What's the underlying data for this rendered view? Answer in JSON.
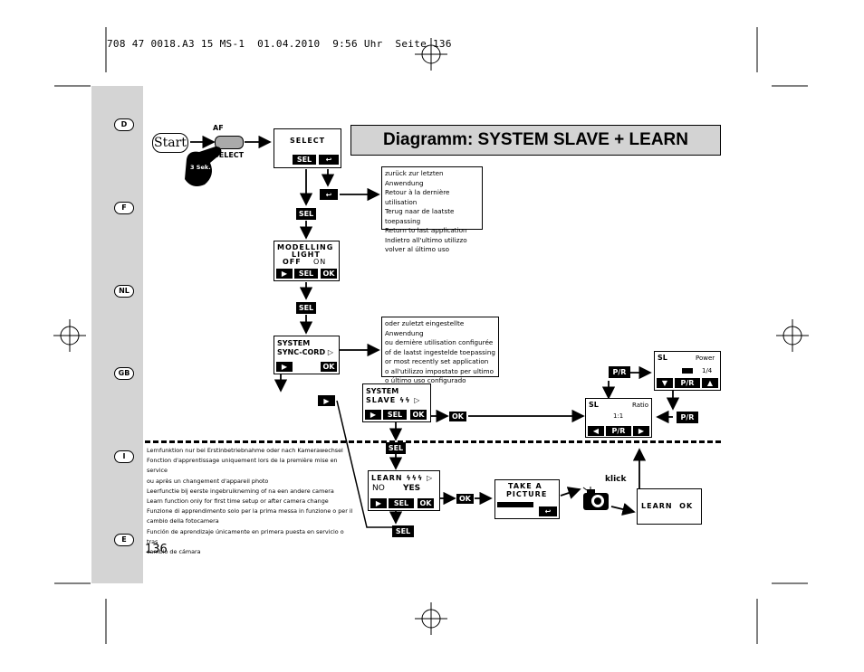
{
  "header": {
    "line": "708 47 0018.A3 15 MS-1  01.04.2010  9:56 Uhr  Seite 136"
  },
  "page_number": "136",
  "languages": [
    "D",
    "F",
    "NL",
    "GB",
    "I",
    "E"
  ],
  "title": "Diagramm: SYSTEM SLAVE + LEARN",
  "start": {
    "label": "Start",
    "af": "AF",
    "select": "SELECT",
    "hold": "3 Sek."
  },
  "select_screen": {
    "title": "SELECT",
    "btn_sel": "SEL",
    "btn_back": "↩"
  },
  "back_note": [
    "zurück zur letzten Anwendung",
    "Retour à la dernière utilisation",
    "Terug naar de laatste toepassing",
    "Return to last application",
    "Indietro all'ultimo utilizzo",
    "volver al último uso"
  ],
  "sel_label": "SEL",
  "modelling_screen": {
    "line1": "MODELLING",
    "line2": "LIGHT",
    "off": "OFF",
    "on": "ON",
    "btn_arrow": "▶",
    "btn_sel": "SEL",
    "btn_ok": "OK"
  },
  "sync_screen": {
    "line1": "SYSTEM",
    "line2": "SYNC-CORD ▷",
    "btn_arrow": "▶",
    "btn_ok": "OK"
  },
  "sync_note": [
    "oder zuletzt eingestellte Anwendung",
    "ou dernière utilisation configurée",
    "of de laatst ingestelde toepassing",
    "or most recently set application",
    "o all'utilizzo impostato per ultimo",
    "o último uso configurado"
  ],
  "slave_screen": {
    "line1": "SYSTEM",
    "line2": "SLAVE ϟϟ ▷",
    "btn_arrow": "▶",
    "btn_sel": "SEL",
    "btn_ok": "OK"
  },
  "ok_label": "OK",
  "arrow_btn": "▶",
  "ratio_screen": {
    "sl": "SL",
    "ratio": "Ratio",
    "value": "1:1",
    "btn_left": "◀",
    "btn_pr": "P/R",
    "btn_right": "▶"
  },
  "power_screen": {
    "sl": "SL",
    "power": "Power",
    "value": "1/4",
    "btn_down": "▼",
    "btn_pr": "P/R",
    "btn_up": "▲"
  },
  "pr_label": "P/R",
  "learn_note": [
    "Lernfunktion nur bei Erstinbetriebnahme oder nach Kamerawechsel",
    "Fonction d'apprentissage uniquement lors de la première mise en service",
    "ou après un changement d'appareil photo",
    "Leerfunctie bij eerste ingebruikneming of na een andere camera",
    "Learn function only for first time setup or after camera change",
    "Funzione di apprendimento solo per la prima messa in funzione o per il",
    "cambio della fotocamera",
    "Función de aprendizaje únicamente en primera puesta en servicio o tras",
    "cambio de cámara"
  ],
  "learn_screen": {
    "line1": "LEARN ϟϟϟ ▷",
    "no": "NO",
    "yes": "YES",
    "btn_arrow": "▶",
    "btn_sel": "SEL",
    "btn_ok": "OK"
  },
  "take_picture": {
    "line1": "TAKE A",
    "line2": "PICTURE",
    "btn_back": "↩"
  },
  "klick": "klick",
  "learn_ok": "LEARN  OK"
}
